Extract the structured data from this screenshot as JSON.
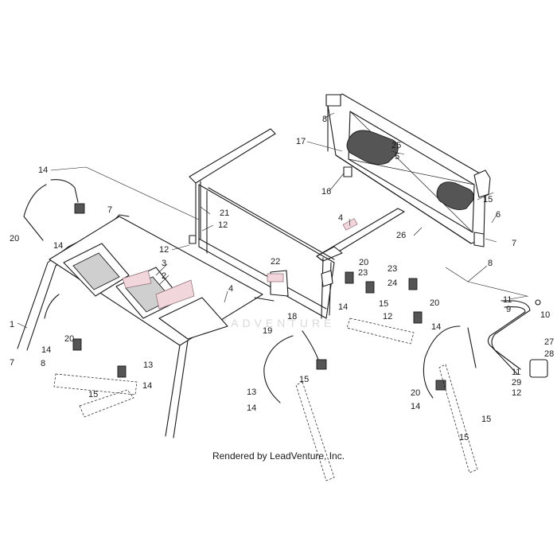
{
  "credit": "Rendered by LeadVenture, Inc.",
  "watermark": "LEADVENTURE",
  "callouts": {
    "c1": "1",
    "c2": "2",
    "c3": "3",
    "c4": "4",
    "c4b": "4",
    "c5": "5",
    "c6": "6",
    "c7a": "7",
    "c7b": "7",
    "c7c": "7",
    "c8a": "8",
    "c8b": "8",
    "c8c": "8",
    "c9": "9",
    "c10": "10",
    "c11a": "11",
    "c11b": "11",
    "c12a": "12",
    "c12b": "12",
    "c12c": "12",
    "c12d": "12",
    "c13a": "13",
    "c13b": "13",
    "c14a": "14",
    "c14b": "14",
    "c14c": "14",
    "c14d": "14",
    "c14e": "14",
    "c14f": "14",
    "c14g": "14",
    "c14h": "14",
    "c15a": "15",
    "c15b": "15",
    "c15c": "15",
    "c15d": "15",
    "c15e": "15",
    "c15f": "15",
    "c16": "16",
    "c17": "17",
    "c18": "18",
    "c19": "19",
    "c20a": "20",
    "c20b": "20",
    "c20c": "20",
    "c20d": "20",
    "c20e": "20",
    "c21": "21",
    "c22": "22",
    "c23a": "23",
    "c23b": "23",
    "c24": "24",
    "c25": "25",
    "c26": "26",
    "c27": "27",
    "c28": "28",
    "c29": "29"
  }
}
